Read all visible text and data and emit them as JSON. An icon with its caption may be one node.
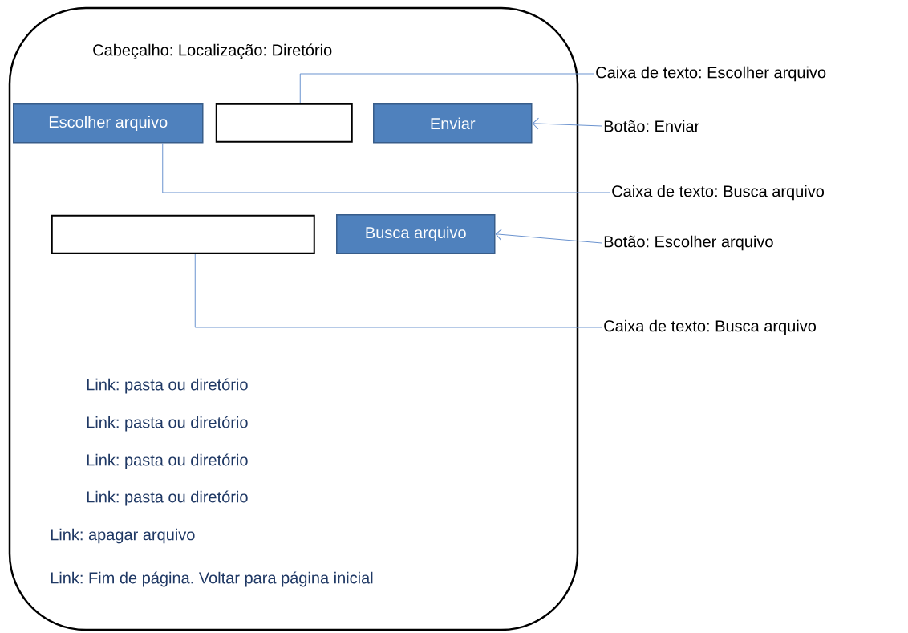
{
  "diagram": {
    "nodes": [
      {
        "text": [
          "Cabeçalho: Localização: Diretório"
        ]
      },
      {
        "text": [
          "Escolher arquivo"
        ],
        "in": 0
      },
      {
        "text": [],
        "shape": "box",
        "in": 0
      },
      {
        "text": [
          "Enviar"
        ],
        "in": 0
      },
      {
        "text": [],
        "shape": "box",
        "in": 0
      },
      {
        "text": [
          "Busca arquivo"
        ],
        "in": 0
      },
      {
        "text": [
          "Caixa de texto: Escolher arquivo"
        ]
      },
      {
        "text": [
          "Botão: Enviar"
        ]
      },
      {
        "text": [
          "Caixa de texto: Busca arquivo"
        ]
      },
      {
        "text": [
          "Botão: Escolher arquivo"
        ]
      },
      {
        "text": [
          "Caixa de texto: Busca arquivo"
        ]
      }
    ],
    "edges": [
      {
        "from": 6,
        "to": 2,
        "arrow": "none"
      },
      {
        "from": 7,
        "to": 3,
        "arrow": "to"
      },
      {
        "from": 8,
        "to": 1,
        "arrow": "none"
      },
      {
        "from": 9,
        "to": 5,
        "arrow": "to"
      },
      {
        "from": 10,
        "to": 4,
        "arrow": "none"
      }
    ],
    "labels": [
      "Link: pasta ou diretório",
      "Link: pasta ou diretório",
      "Link: pasta ou diretório",
      "Link: pasta ou diretório",
      "Link: apagar arquivo",
      "Link: Fim de página. Voltar para página inicial"
    ]
  }
}
